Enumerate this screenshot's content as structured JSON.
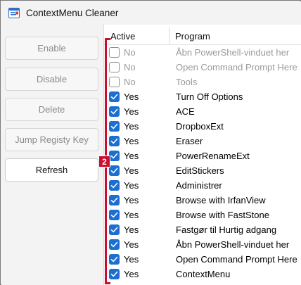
{
  "window": {
    "title": "ContextMenu Cleaner",
    "icon": "app-window-icon"
  },
  "buttons": [
    {
      "label": "Enable",
      "enabled": false
    },
    {
      "label": "Disable",
      "enabled": false
    },
    {
      "label": "Delete",
      "enabled": false
    },
    {
      "label": "Jump Registy Key",
      "enabled": false
    },
    {
      "label": "Refresh",
      "enabled": true
    }
  ],
  "table": {
    "headers": [
      "Active",
      "Program"
    ],
    "rows": [
      {
        "active": "No",
        "checked": false,
        "program": "Åbn PowerShell-vinduet her"
      },
      {
        "active": "No",
        "checked": false,
        "program": "Open Command Prompt Here"
      },
      {
        "active": "No",
        "checked": false,
        "program": "Tools"
      },
      {
        "active": "Yes",
        "checked": true,
        "program": "Turn Off Options"
      },
      {
        "active": "Yes",
        "checked": true,
        "program": "ACE"
      },
      {
        "active": "Yes",
        "checked": true,
        "program": "DropboxExt"
      },
      {
        "active": "Yes",
        "checked": true,
        "program": "Eraser"
      },
      {
        "active": "Yes",
        "checked": true,
        "program": "PowerRenameExt"
      },
      {
        "active": "Yes",
        "checked": true,
        "program": "EditStickers"
      },
      {
        "active": "Yes",
        "checked": true,
        "program": "Administrer"
      },
      {
        "active": "Yes",
        "checked": true,
        "program": "Browse with IrfanView"
      },
      {
        "active": "Yes",
        "checked": true,
        "program": "Browse with FastStone"
      },
      {
        "active": "Yes",
        "checked": true,
        "program": "Fastgør til Hurtig adgang"
      },
      {
        "active": "Yes",
        "checked": true,
        "program": "Åbn PowerShell-vinduet her"
      },
      {
        "active": "Yes",
        "checked": true,
        "program": "Open Command Prompt Here"
      },
      {
        "active": "Yes",
        "checked": true,
        "program": "ContextMenu"
      }
    ]
  },
  "annotation": {
    "badge": "2",
    "color": "#c8102e"
  },
  "colors": {
    "checkbox_accent": "#1c6fd1",
    "disabled_text": "#9a9a9a"
  }
}
